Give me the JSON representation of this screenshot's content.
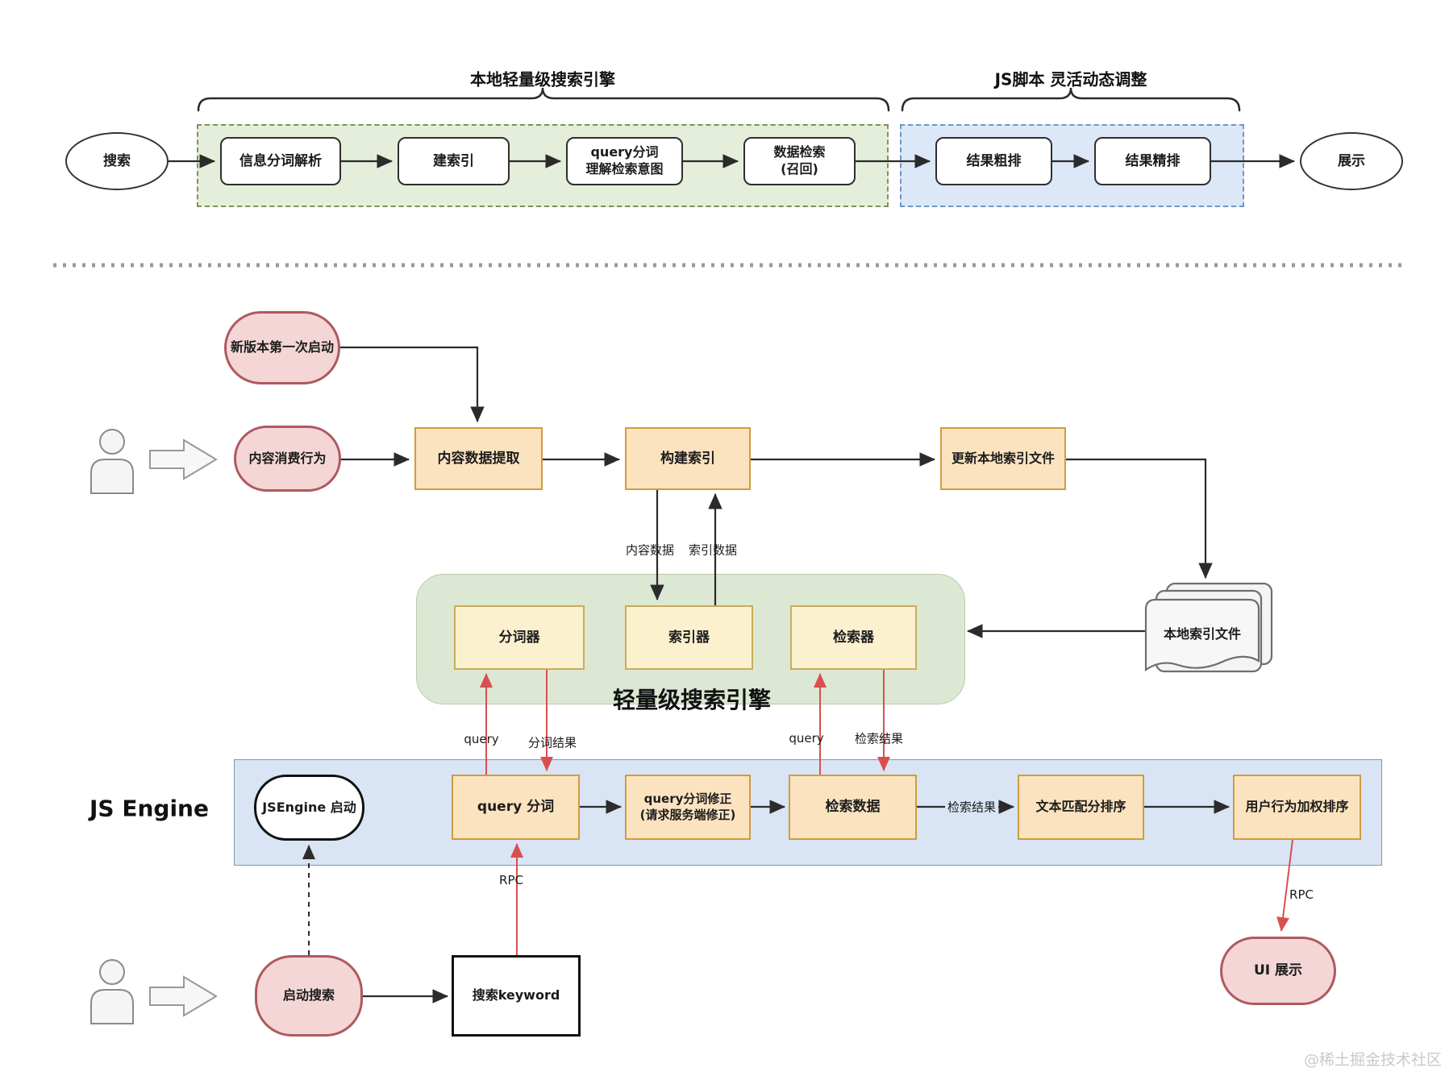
{
  "top_flow": {
    "group1_label": "本地轻量级搜索引擎",
    "group2_label": "JS脚本 灵活动态调整",
    "start": "搜索",
    "step1": "信息分词解析",
    "step2": "建索引",
    "step3": "query分词\n理解检索意图",
    "step4": "数据检索\n(召回)",
    "step5": "结果粗排",
    "step6": "结果精排",
    "end": "展示"
  },
  "indexing_flow": {
    "trigger_first_launch": "新版本第一次启动",
    "trigger_consume": "内容消费行为",
    "extract": "内容数据提取",
    "build_index": "构建索引",
    "update_local_index": "更新本地索引文件",
    "edge_content_data": "内容数据",
    "edge_index_data": "索引数据",
    "local_index_file": "本地索引文件"
  },
  "engine": {
    "title": "轻量级搜索引擎",
    "tokenizer": "分词器",
    "indexer": "索引器",
    "retriever": "检索器",
    "edge_query_left": "query",
    "edge_token_result": "分词结果",
    "edge_query_right": "query",
    "edge_retrieve_result": "检索结果"
  },
  "js_engine": {
    "title": "JS Engine",
    "start_node": "JSEngine 启动",
    "query_tokenize": "query 分词",
    "query_fix": "query分词修正\n(请求服务端修正)",
    "retrieve_data": "检索数据",
    "edge_retrieve_result": "检索结果",
    "text_match_rank": "文本匹配分排序",
    "behavior_rank": "用户行为加权排序",
    "rpc_left": "RPC",
    "rpc_right": "RPC"
  },
  "search_flow": {
    "start_search": "启动搜索",
    "search_keyword": "搜索keyword",
    "ui_display": "UI 展示"
  },
  "watermark": "@稀土掘金技术社区",
  "colors": {
    "pink_fill": "#f4d6d6",
    "pink_border": "#ad5a5e",
    "orange_fill": "#fbe3c0",
    "orange_border": "#cf9c3e",
    "yellow_fill": "#fcf1cf",
    "yellow_border": "#c9ad55",
    "green_fill": "#dce8d4",
    "green_dashed_fill": "#e4eedb",
    "green_dashed_border": "#7d9455",
    "blue_fill": "#d9e4f5",
    "blue_dashed_fill": "#dce7f7",
    "blue_dashed_border": "#6f96c8",
    "red_arrow": "#d94f4f",
    "black_arrow": "#2b2b2b"
  }
}
